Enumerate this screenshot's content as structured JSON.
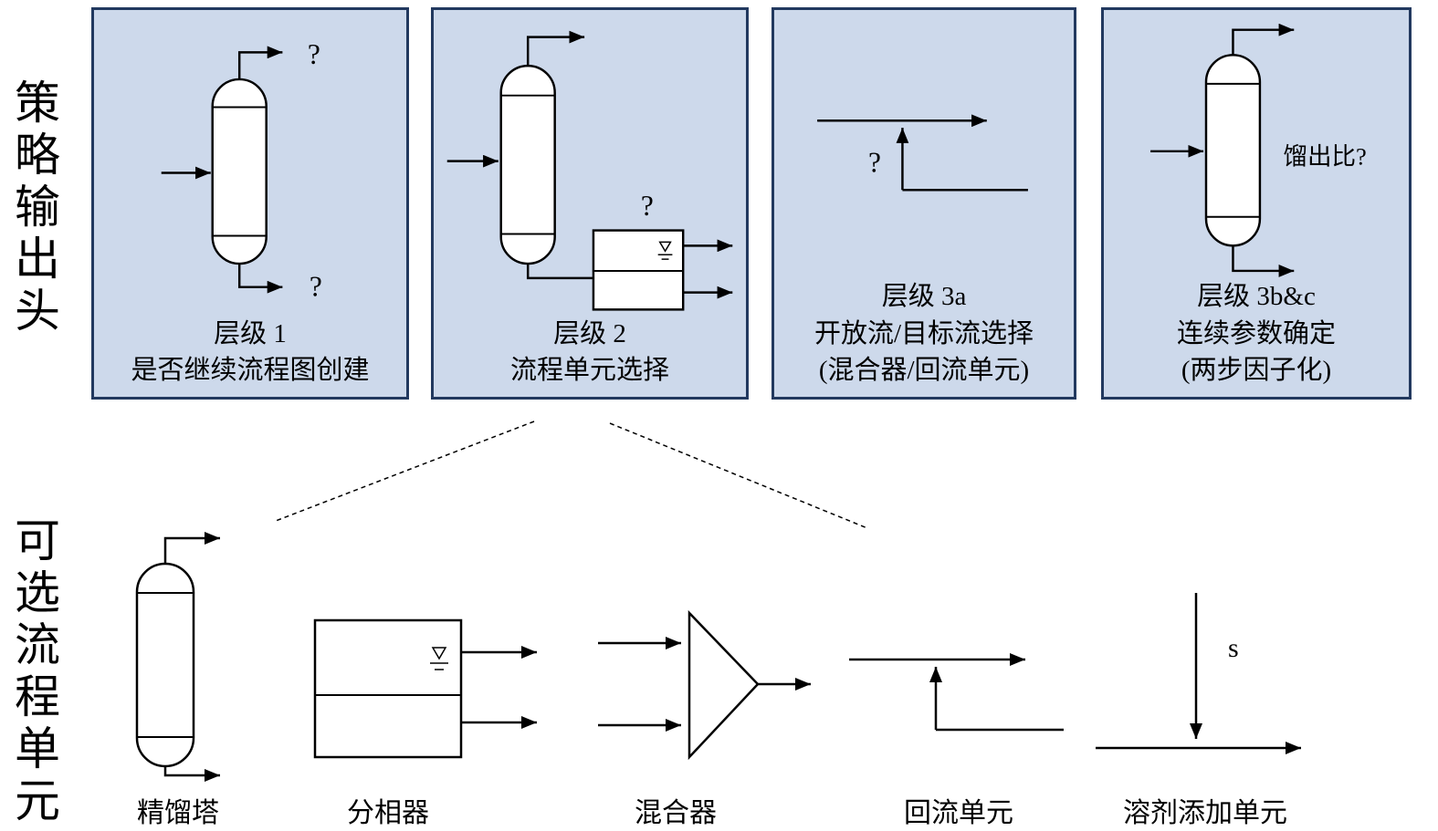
{
  "side_labels": {
    "top": "策略输出头",
    "bottom": "可选流程单元"
  },
  "colors": {
    "panel_bg": "#cdd9eb",
    "panel_border": "#22395f",
    "line": "#000000"
  },
  "panels": [
    {
      "name": "level-1",
      "icon": "distillation-column-with-two-unknown-outputs",
      "q_top": "?",
      "q_bottom": "?",
      "title_lines": [
        "层级 1",
        "是否继续流程图创建"
      ]
    },
    {
      "name": "level-2",
      "icon": "distillation-column-feeding-unknown-unit",
      "q_decanter": "?",
      "title_lines": [
        "层级 2",
        "流程单元选择"
      ]
    },
    {
      "name": "level-3a",
      "icon": "recycle-stream-with-unknown-destination",
      "q_stream": "?",
      "title_lines": [
        "层级 3a",
        "开放流/目标流选择",
        "(混合器/回流单元)"
      ]
    },
    {
      "name": "level-3bc",
      "icon": "distillation-column-with-ratio-question",
      "annotation": "馏出比?",
      "title_lines": [
        "层级 3b&c",
        "连续参数确定",
        "(两步因子化)"
      ]
    }
  ],
  "units": [
    {
      "name": "distillation-column",
      "label": "精馏塔"
    },
    {
      "name": "decanter",
      "label": "分相器"
    },
    {
      "name": "mixer",
      "label": "混合器"
    },
    {
      "name": "recycle-unit",
      "label": "回流单元"
    },
    {
      "name": "solvent-add-unit",
      "label": "溶剂添加单元",
      "annotation": "s"
    }
  ]
}
